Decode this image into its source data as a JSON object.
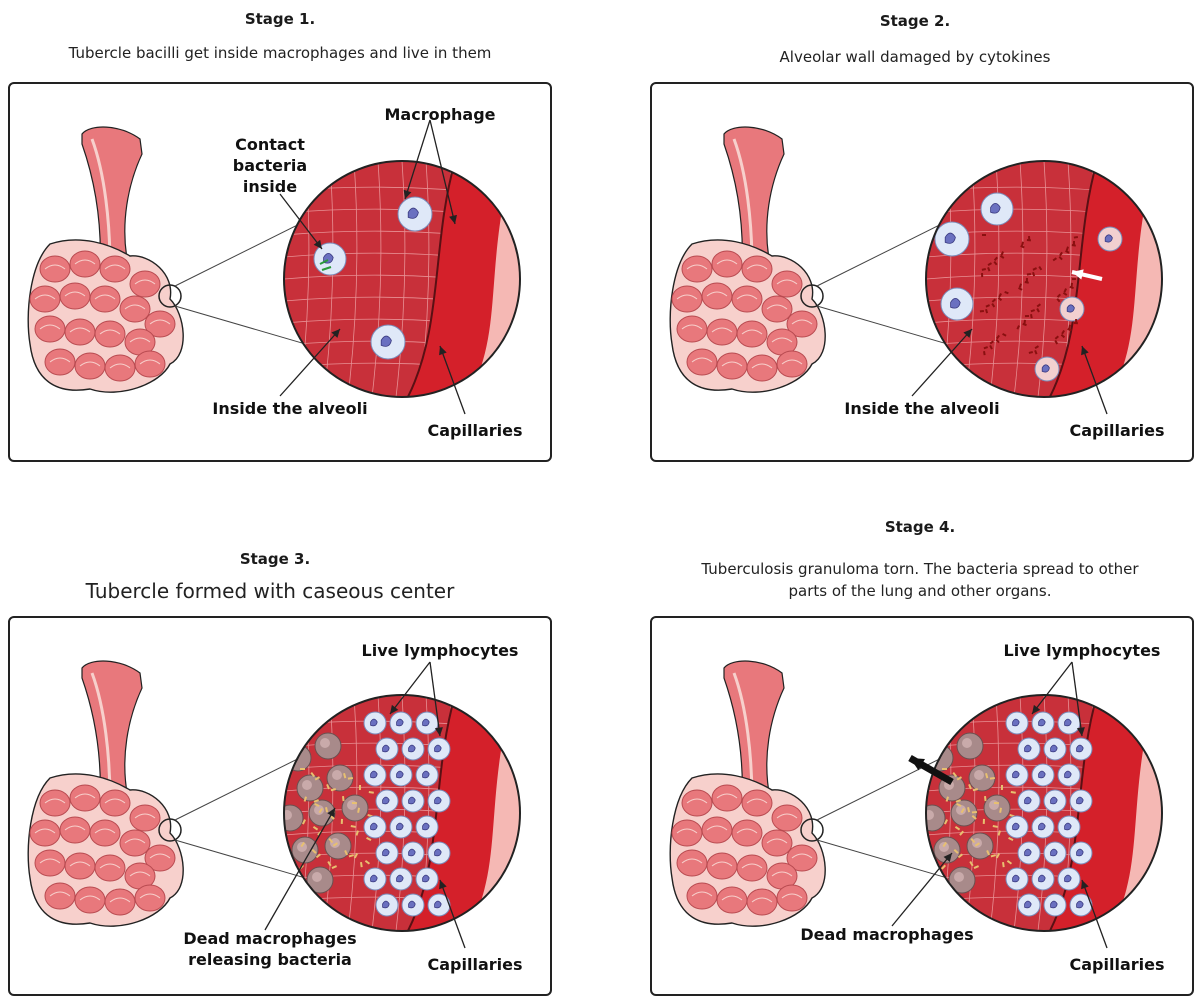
{
  "stages": [
    {
      "title": "Stage 1.",
      "description": "Tubercle bacilli get inside macrophages and live in them",
      "labels": {
        "contact_bacteria": [
          "Contact",
          "bacteria",
          "inside"
        ],
        "macrophage": "Macrophage",
        "inside_alveoli": "Inside the alveoli",
        "capillaries": "Capillaries"
      }
    },
    {
      "title": "Stage 2.",
      "description": "Alveolar wall damaged by cytokines",
      "labels": {
        "inside_alveoli": "Inside the alveoli",
        "capillaries": "Capillaries"
      }
    },
    {
      "title": "Stage 3.",
      "description": "Tubercle formed with caseous center",
      "labels": {
        "live_lymphocytes": "Live lymphocytes",
        "dead_macrophages_releasing": [
          "Dead macrophages",
          "releasing  bacteria"
        ],
        "capillaries": "Capillaries"
      }
    },
    {
      "title": "Stage 4.",
      "description": [
        "Tuberculosis granuloma torn. The bacteria spread to other",
        "parts of the lung and other organs."
      ],
      "labels": {
        "live_lymphocytes": "Live lymphocytes",
        "dead_macrophages": "Dead macrophages",
        "capillaries": "Capillaries"
      }
    }
  ],
  "colors": {
    "tissue": "#e8787c",
    "tissue_light": "#f7d0cc",
    "alveoli_fill": "#c8303a",
    "capillary": "#d4202a",
    "macrophage": "#dfe8f8",
    "dead_macrophage": "#a88a8a",
    "outline": "#222222"
  }
}
